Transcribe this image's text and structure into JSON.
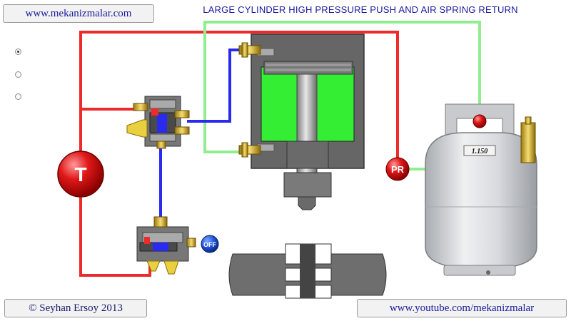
{
  "header": {
    "site_link": "www.mekanizmalar.com",
    "title": "LARGE CYLINDER HIGH PRESSURE PUSH AND AIR SPRING RETURN"
  },
  "controls": {
    "radio_options": [
      {
        "checked": true
      },
      {
        "checked": false
      },
      {
        "checked": false
      }
    ],
    "off_button_label": "OFF"
  },
  "diagram": {
    "timer_label": "T",
    "pressure_regulator_label": "PR",
    "tank_gauge_value": "1.150",
    "colors": {
      "high_pressure_line": "#ee2a2a",
      "air_spring_line": "#90ee90",
      "pilot_line": "#2a2aee",
      "piston_chamber": "#33ee33"
    }
  },
  "footer": {
    "copyright": "© Seyhan Ersoy 2013",
    "youtube_link": "www.youtube.com/mekanizmalar"
  }
}
